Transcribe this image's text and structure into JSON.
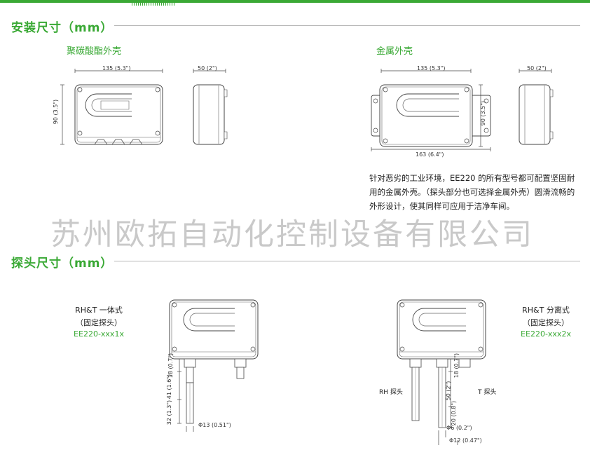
{
  "colors": {
    "accent": "#3aa935",
    "text": "#222222",
    "watermark": "#c9c9c9"
  },
  "mounting": {
    "title": "安装尺寸（mm）",
    "polycarbonate": {
      "title": "聚碳酸酯外壳",
      "width": "135",
      "width_in": "(5.3\")",
      "height": "90",
      "height_in": "(3.5\")",
      "depth": "50",
      "depth_in": "(2\")"
    },
    "metal": {
      "title": "金属外壳",
      "width": "135",
      "width_in": "(5.3\")",
      "height": "90",
      "height_in": "(3.5\")",
      "depth": "50",
      "depth_in": "(2\")",
      "flange_width": "163",
      "flange_width_in": "(6.4\")"
    },
    "description": "针对恶劣的工业环境，EE220 的所有型号都可配置坚固耐用的金属外壳。（探头部分也可选择金属外壳）圆滑流畅的外形设计，使其同样可应用于洁净车间。"
  },
  "watermark": "苏州欧拓自动化控制设备有限公司",
  "probe": {
    "title": "探头尺寸（mm）",
    "integrated": {
      "name": "RH&T 一体式",
      "sub": "（固定探头）",
      "model": "EE220-xxx1x",
      "dim_top": "18",
      "dim_top_in": "(0.7\")",
      "dim_mid": "41",
      "dim_mid_in": "(1.6\")",
      "dim_bottom": "32",
      "dim_bottom_in": "(1.3\")",
      "diameter": "Φ13",
      "diameter_in": "(0.51\")"
    },
    "remote": {
      "name": "RH&T 分离式",
      "sub": "（固定探头）",
      "model": "EE220-xxx2x",
      "rh_label": "RH 探头",
      "t_label": "T 探头",
      "dim_top": "18",
      "dim_top_in": "(0.7\")",
      "dim_mid": "50",
      "dim_mid_in": "(2\")",
      "dim_small": "20",
      "dim_small_in": "(0.8\")",
      "diameter_small": "Φ6",
      "diameter_small_in": "(0.2\")",
      "diameter_large": "Φ12",
      "diameter_large_in": "(0.47\")"
    }
  }
}
